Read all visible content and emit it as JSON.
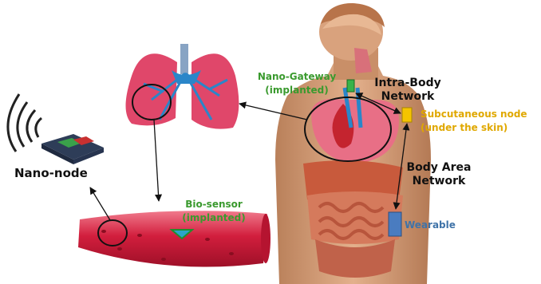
{
  "labels": {
    "nano_node": "Nano-node",
    "bio_sensor": [
      "Bio-sensor",
      "(implanted)"
    ],
    "nano_gateway": [
      "Nano-Gateway",
      "(implanted)"
    ],
    "intra_body": [
      "Intra-Body",
      "Network"
    ],
    "subcutaneous": [
      "Subcutaneous node",
      "(under the skin)"
    ],
    "body_area": [
      "Body Area",
      "Network"
    ],
    "wearable": "Wearable"
  },
  "colors": {
    "green": "#3a9a2e",
    "gold": "#e0a800",
    "blue": "#3f73a8",
    "black": "#111111",
    "lung": "#e0476a",
    "vessel_blue": "#2a86c9",
    "blood": "#d11f3c",
    "skin": "#cf9a74",
    "gateway_fill": "#37b34a",
    "subq_fill": "#f5c400",
    "wearable_fill": "#4a7cc0",
    "sensor_fill": "#2aa5c8"
  },
  "icons": [
    "nano-node-chip-icon",
    "wireless-signal-icon",
    "lungs-icon",
    "blood-vessel-icon",
    "human-torso-icon"
  ]
}
